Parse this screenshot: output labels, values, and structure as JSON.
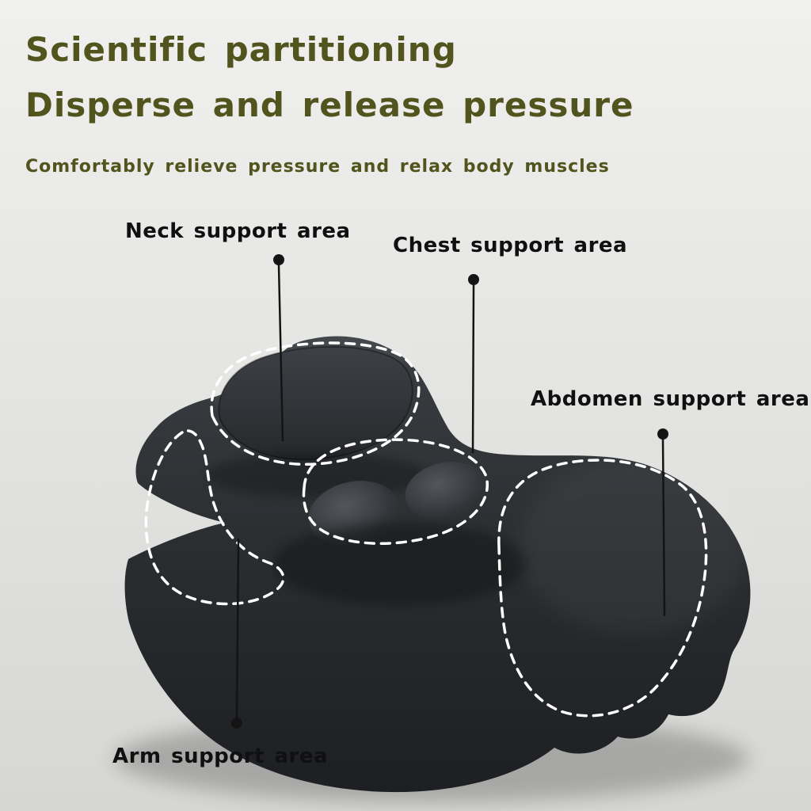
{
  "page": {
    "background_top": "#f0f0ee",
    "background_bottom": "#d6d6d4"
  },
  "header": {
    "title_line1": "Scientific partitioning",
    "title_line2": "Disperse and release pressure",
    "subtitle": "Comfortably relieve pressure and relax body muscles",
    "accent_color": "#51541d"
  },
  "callouts": {
    "line_color": "#141414",
    "neck": {
      "label": "Neck support area"
    },
    "chest": {
      "label": "Chest support area"
    },
    "abdomen": {
      "label": "Abdomen support area"
    },
    "arm": {
      "label": "Arm support area"
    }
  },
  "product": {
    "body_color": "#2a2d30",
    "zone_outline_color": "#ffffff"
  }
}
